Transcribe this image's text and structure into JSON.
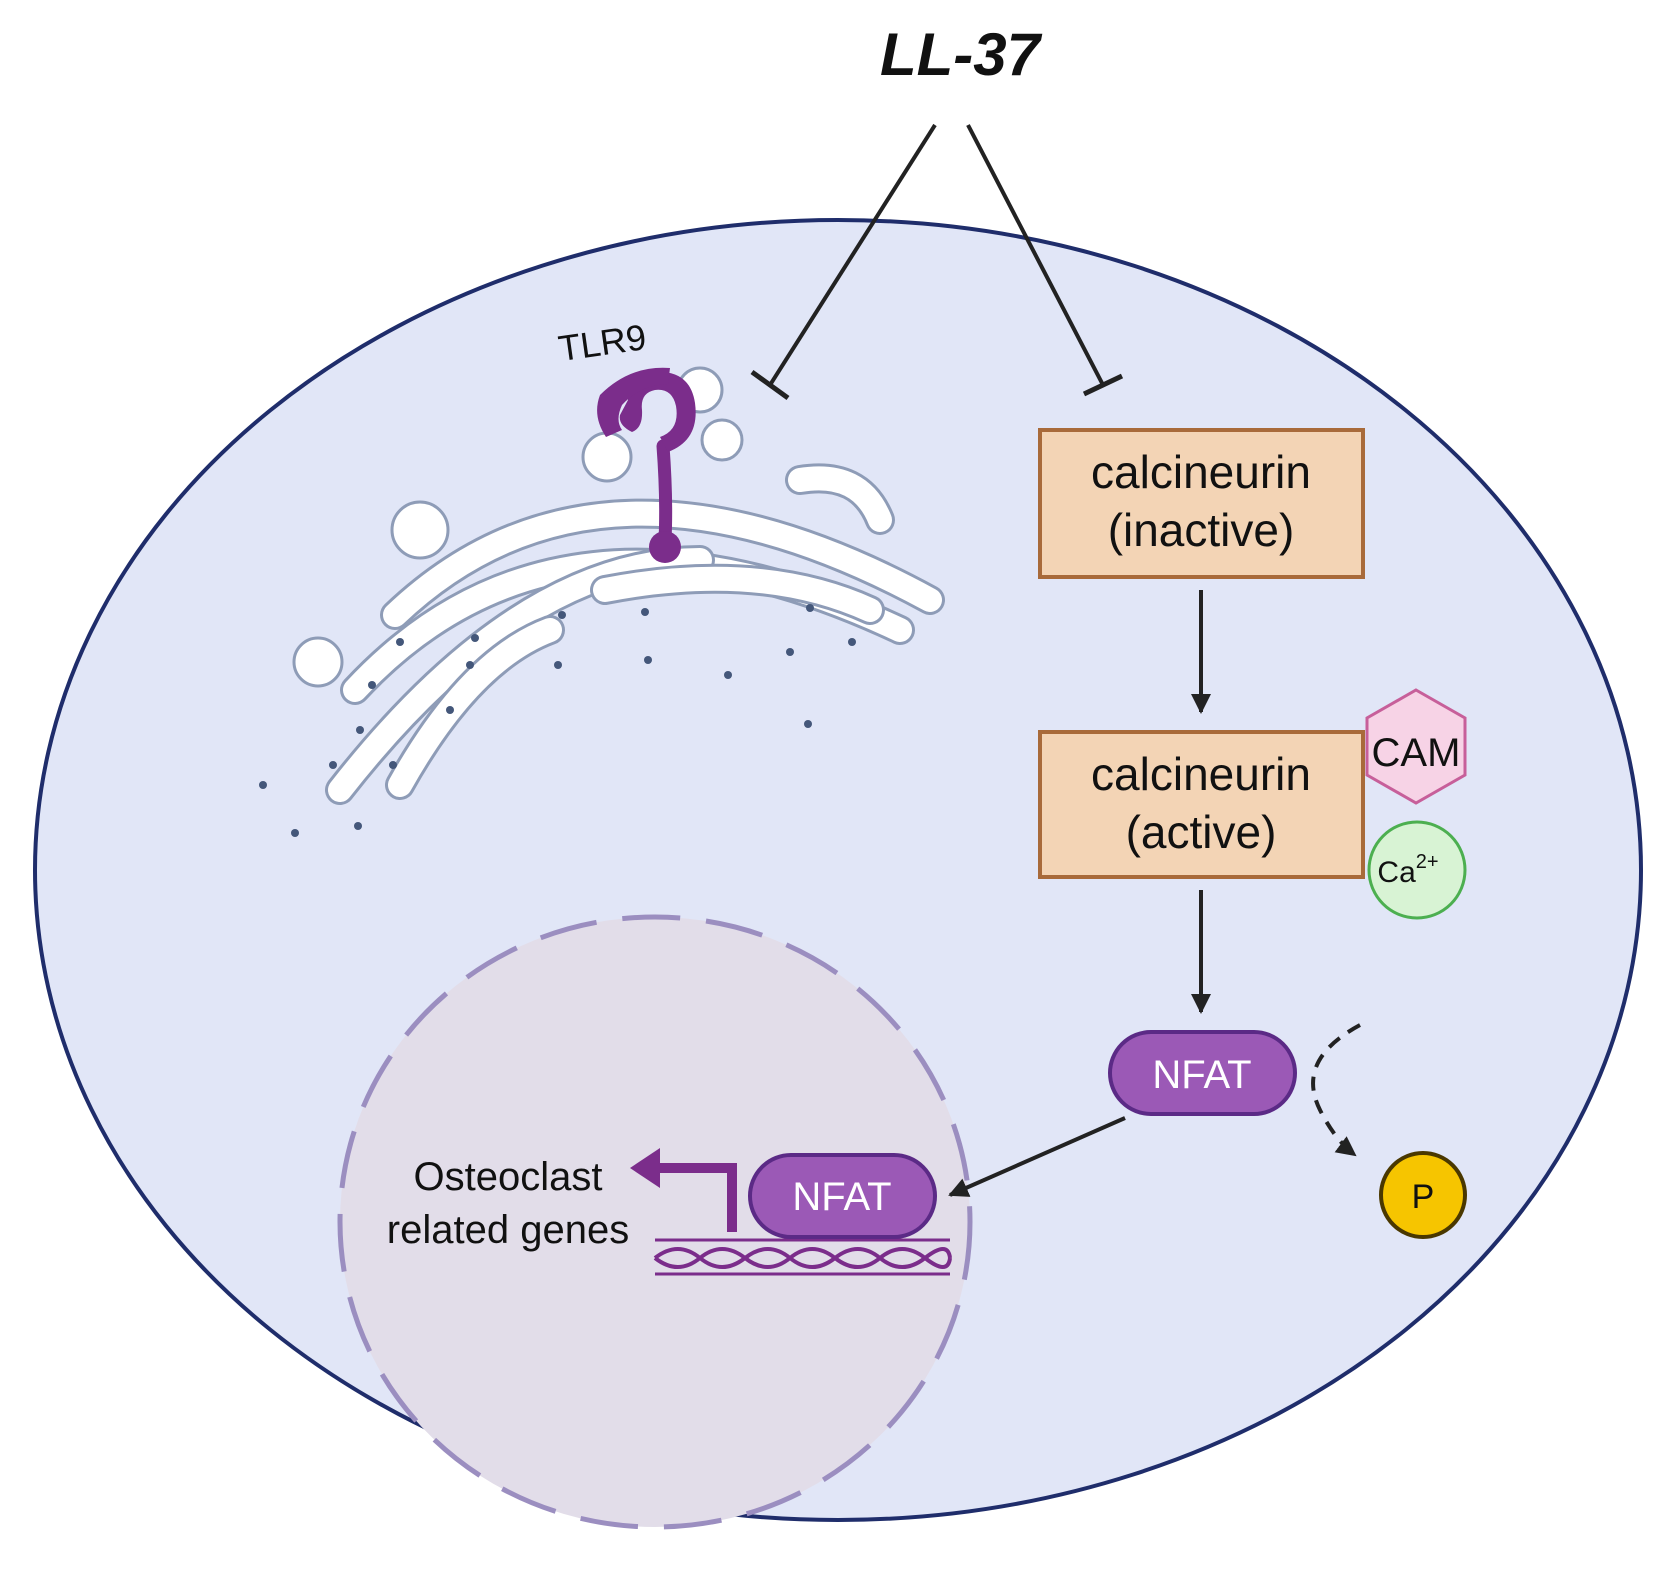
{
  "title": "LL-37",
  "labels": {
    "tlr9": "TLR9",
    "calcineurin_inactive_line1": "calcineurin",
    "calcineurin_inactive_line2": "(inactive)",
    "calcineurin_active_line1": "calcineurin",
    "calcineurin_active_line2": "(active)",
    "cam": "CAM",
    "ca_base": "Ca",
    "ca_charge": "2+",
    "nfat_cytoplasm": "NFAT",
    "nfat_nucleus": "NFAT",
    "phosphate": "P",
    "genes_line1": "Osteoclast",
    "genes_line2": "related genes"
  },
  "colors": {
    "cell_fill": "#e1e6f7",
    "cell_stroke": "#1f2d6b",
    "nucleus_fill": "#e2dde9",
    "nucleus_stroke": "#9b8ec0",
    "box_fill": "#f3d4b5",
    "box_stroke": "#a86a3a",
    "nfat_fill": "#9b59b6",
    "nfat_stroke": "#5b2a86",
    "cam_fill": "#f7d3e6",
    "cam_stroke": "#c75f9a",
    "ca_fill": "#d8f3d4",
    "ca_stroke": "#4caf50",
    "phosphate_fill": "#f6c500",
    "phosphate_stroke": "#4a3800",
    "tlr9": "#7b2d8b",
    "dna": "#7b2d8b",
    "er_stroke": "#8e9cb7",
    "arrow": "#222222"
  }
}
